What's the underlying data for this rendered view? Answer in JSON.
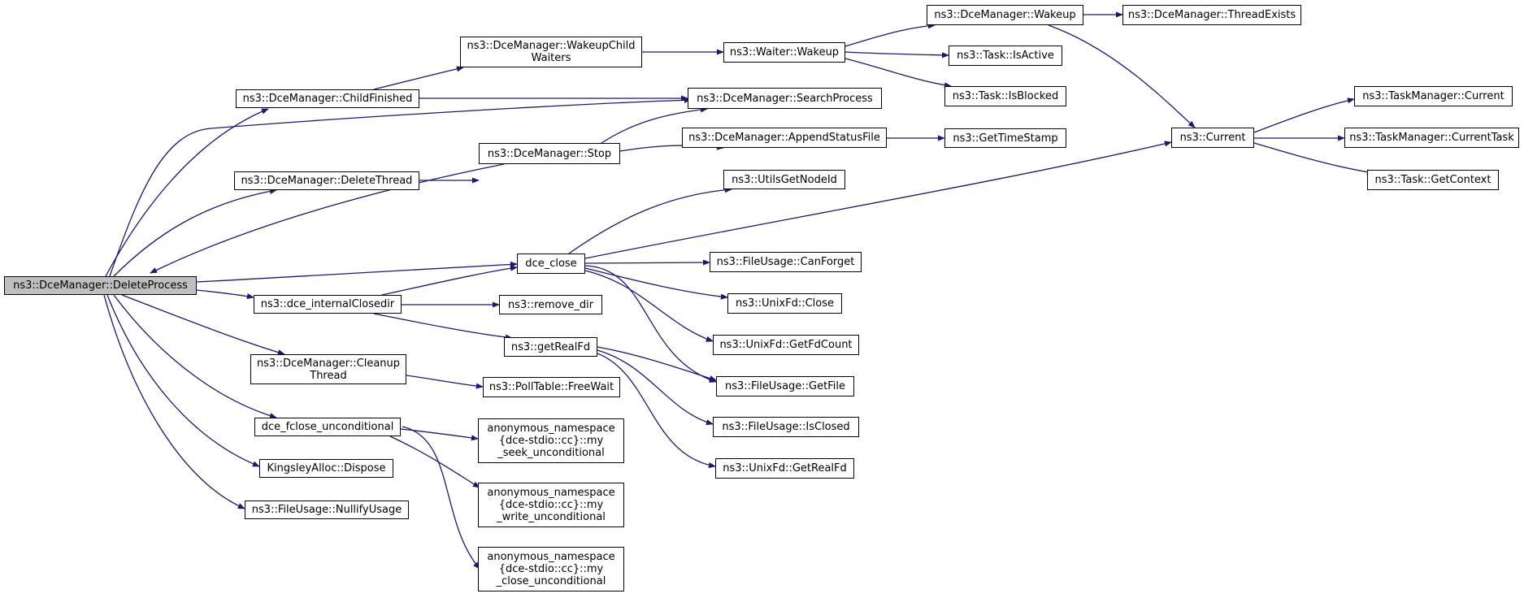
{
  "graph": {
    "edge_color": "#191970",
    "root_fill": "#bfbfbf",
    "nodes": {
      "root": "ns3::DceManager::DeleteProcess",
      "childfinished": "ns3::DceManager::ChildFinished",
      "deletethread": "ns3::DceManager::DeleteThread",
      "internalclosedir": "ns3::dce_internalClosedir",
      "cleanupthread": "ns3::DceManager::Cleanup\nThread",
      "fclose": "dce_fclose_unconditional",
      "dispose": "KingsleyAlloc::Dispose",
      "nullifyusage": "ns3::FileUsage::NullifyUsage",
      "wakeupchild": "ns3::DceManager::WakeupChild\nWaiters",
      "searchprocess": "ns3::DceManager::SearchProcess",
      "stop": "ns3::DceManager::Stop",
      "dceclose": "dce_close",
      "removedir": "ns3::remove_dir",
      "getrealfd": "ns3::getRealFd",
      "freewait": "ns3::PollTable::FreeWait",
      "seekunc": "anonymous_namespace\n{dce-stdio::cc}::my\n_seek_unconditional",
      "writeunc": "anonymous_namespace\n{dce-stdio::cc}::my\n_write_unconditional",
      "closeunc": "anonymous_namespace\n{dce-stdio::cc}::my\n_close_unconditional",
      "waiterwakeup": "ns3::Waiter::Wakeup",
      "appendstatus": "ns3::DceManager::AppendStatusFile",
      "utilsgetnodeid": "ns3::UtilsGetNodeId",
      "canforget": "ns3::FileUsage::CanForget",
      "unixfdclose": "ns3::UnixFd::Close",
      "getfdcount": "ns3::UnixFd::GetFdCount",
      "getfile": "ns3::FileUsage::GetFile",
      "isclosed": "ns3::FileUsage::IsClosed",
      "unixgetrealfd": "ns3::UnixFd::GetRealFd",
      "dcewakeup": "ns3::DceManager::Wakeup",
      "isactive": "ns3::Task::IsActive",
      "isblocked": "ns3::Task::IsBlocked",
      "gettimestamp": "ns3::GetTimeStamp",
      "threadexists": "ns3::DceManager::ThreadExists",
      "current": "ns3::Current",
      "tmcurrent": "ns3::TaskManager::Current",
      "tmcurrenttask": "ns3::TaskManager::CurrentTask",
      "getcontext": "ns3::Task::GetContext"
    }
  }
}
